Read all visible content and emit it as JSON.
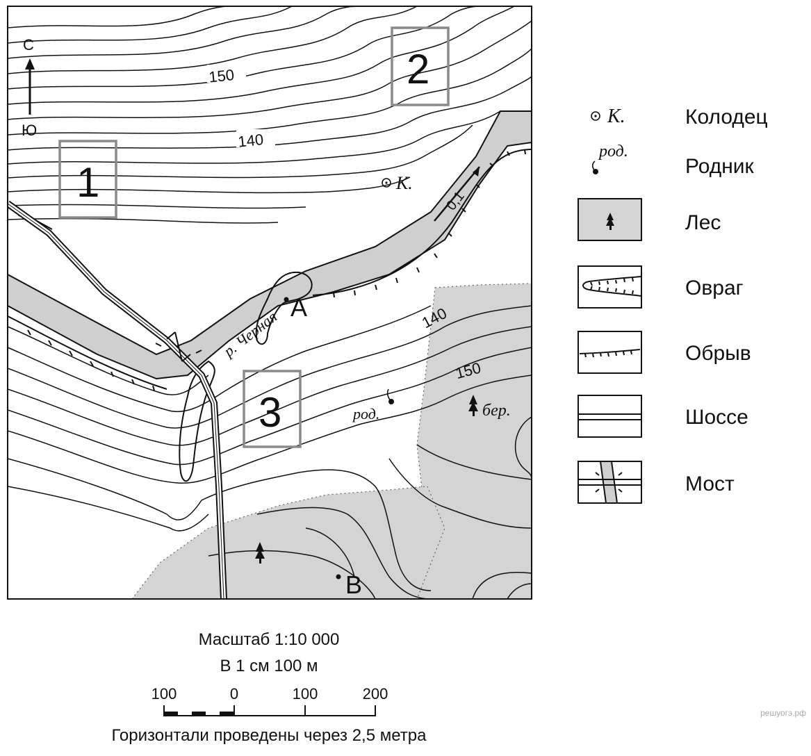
{
  "map": {
    "compass": {
      "north": "С",
      "south": "Ю"
    },
    "squares": [
      "1",
      "2",
      "3"
    ],
    "points": {
      "a": "А",
      "b": "В"
    },
    "contour_labels": {
      "c150_top": "150",
      "c140_top": "140",
      "c140_right": "140",
      "c150_right": "150"
    },
    "river_name": "р. Черная",
    "river_flow": "0,1",
    "well_label": "К.",
    "spring_label": "род.",
    "forest_label": "бер."
  },
  "legend": {
    "items": [
      {
        "symbol": "К.",
        "label": "Колодец",
        "icon": "well-icon"
      },
      {
        "symbol": "род.",
        "label": "Родник",
        "icon": "spring-icon"
      },
      {
        "symbol": "",
        "label": "Лес",
        "icon": "forest-icon"
      },
      {
        "symbol": "",
        "label": "Овраг",
        "icon": "ravine-icon"
      },
      {
        "symbol": "",
        "label": "Обрыв",
        "icon": "cliff-icon"
      },
      {
        "symbol": "",
        "label": "Шоссе",
        "icon": "highway-icon"
      },
      {
        "symbol": "",
        "label": "Мост",
        "icon": "bridge-icon"
      }
    ]
  },
  "scale": {
    "title": "Масштаб 1:10 000",
    "subtitle": "В 1 см 100 м",
    "ticks": [
      "100",
      "0",
      "100",
      "200"
    ],
    "note": "Горизонтали проведены через 2,5 метра"
  },
  "watermark": "решуогэ.рф",
  "colors": {
    "forest": "#d4d4d4",
    "river": "#cfcfcf",
    "frame": "#8a8a8a",
    "line": "#111111"
  }
}
